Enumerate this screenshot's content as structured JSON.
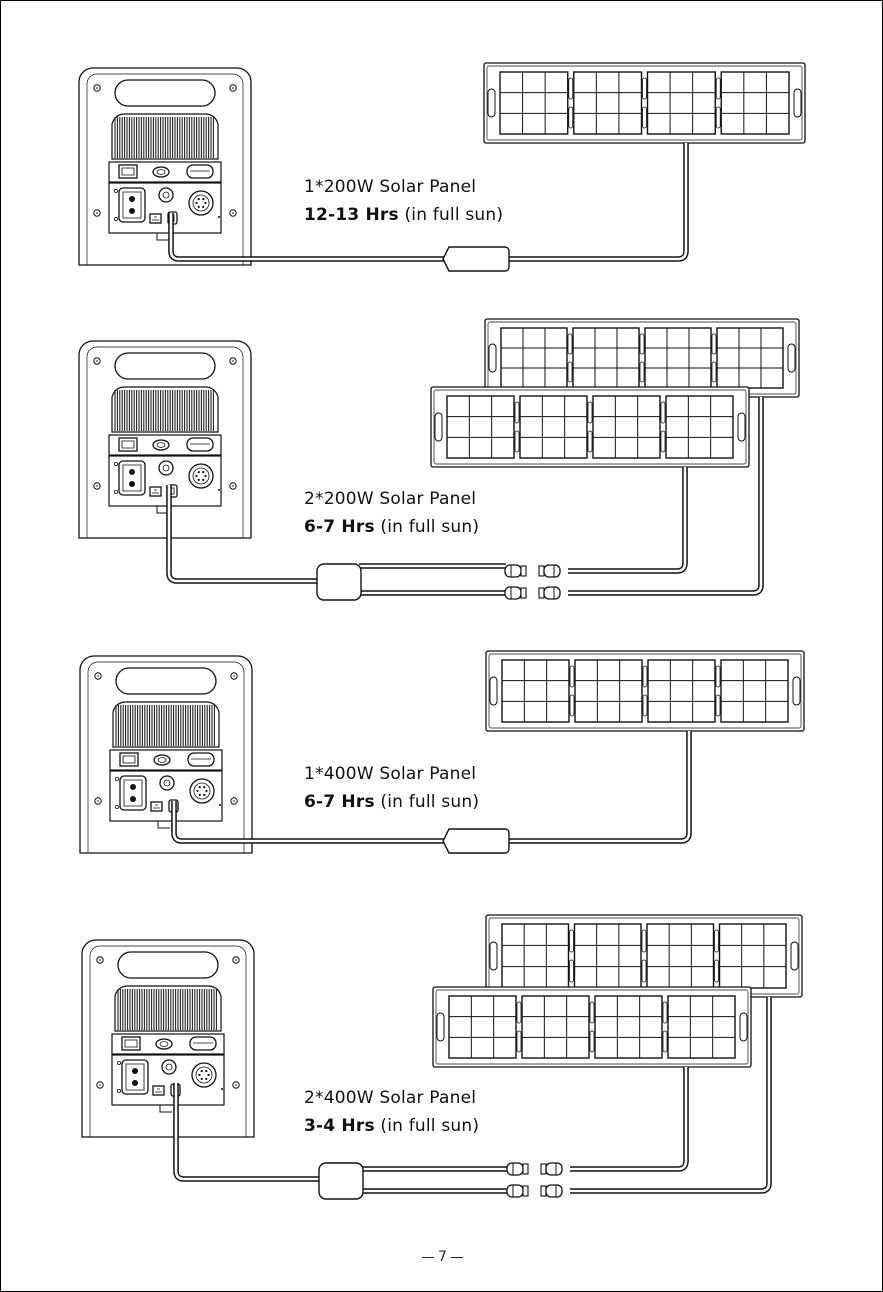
{
  "configurations": [
    {
      "panel_label": "1*200W Solar Panel",
      "hours": "12-13 Hrs",
      "condition": "(in full sun)"
    },
    {
      "panel_label": "2*200W Solar Panel",
      "hours": "6-7 Hrs",
      "condition": "(in full sun)"
    },
    {
      "panel_label": "1*400W Solar Panel",
      "hours": "6-7 Hrs",
      "condition": "(in full sun)"
    },
    {
      "panel_label": "2*400W Solar Panel",
      "hours": "3-4 Hrs",
      "condition": "(in full sun)"
    }
  ],
  "page_number": "7",
  "icons": [
    "power-station-rear-icon",
    "solar-panel-icon",
    "y-branch-connector-icon",
    "mc4-connector-icon"
  ]
}
